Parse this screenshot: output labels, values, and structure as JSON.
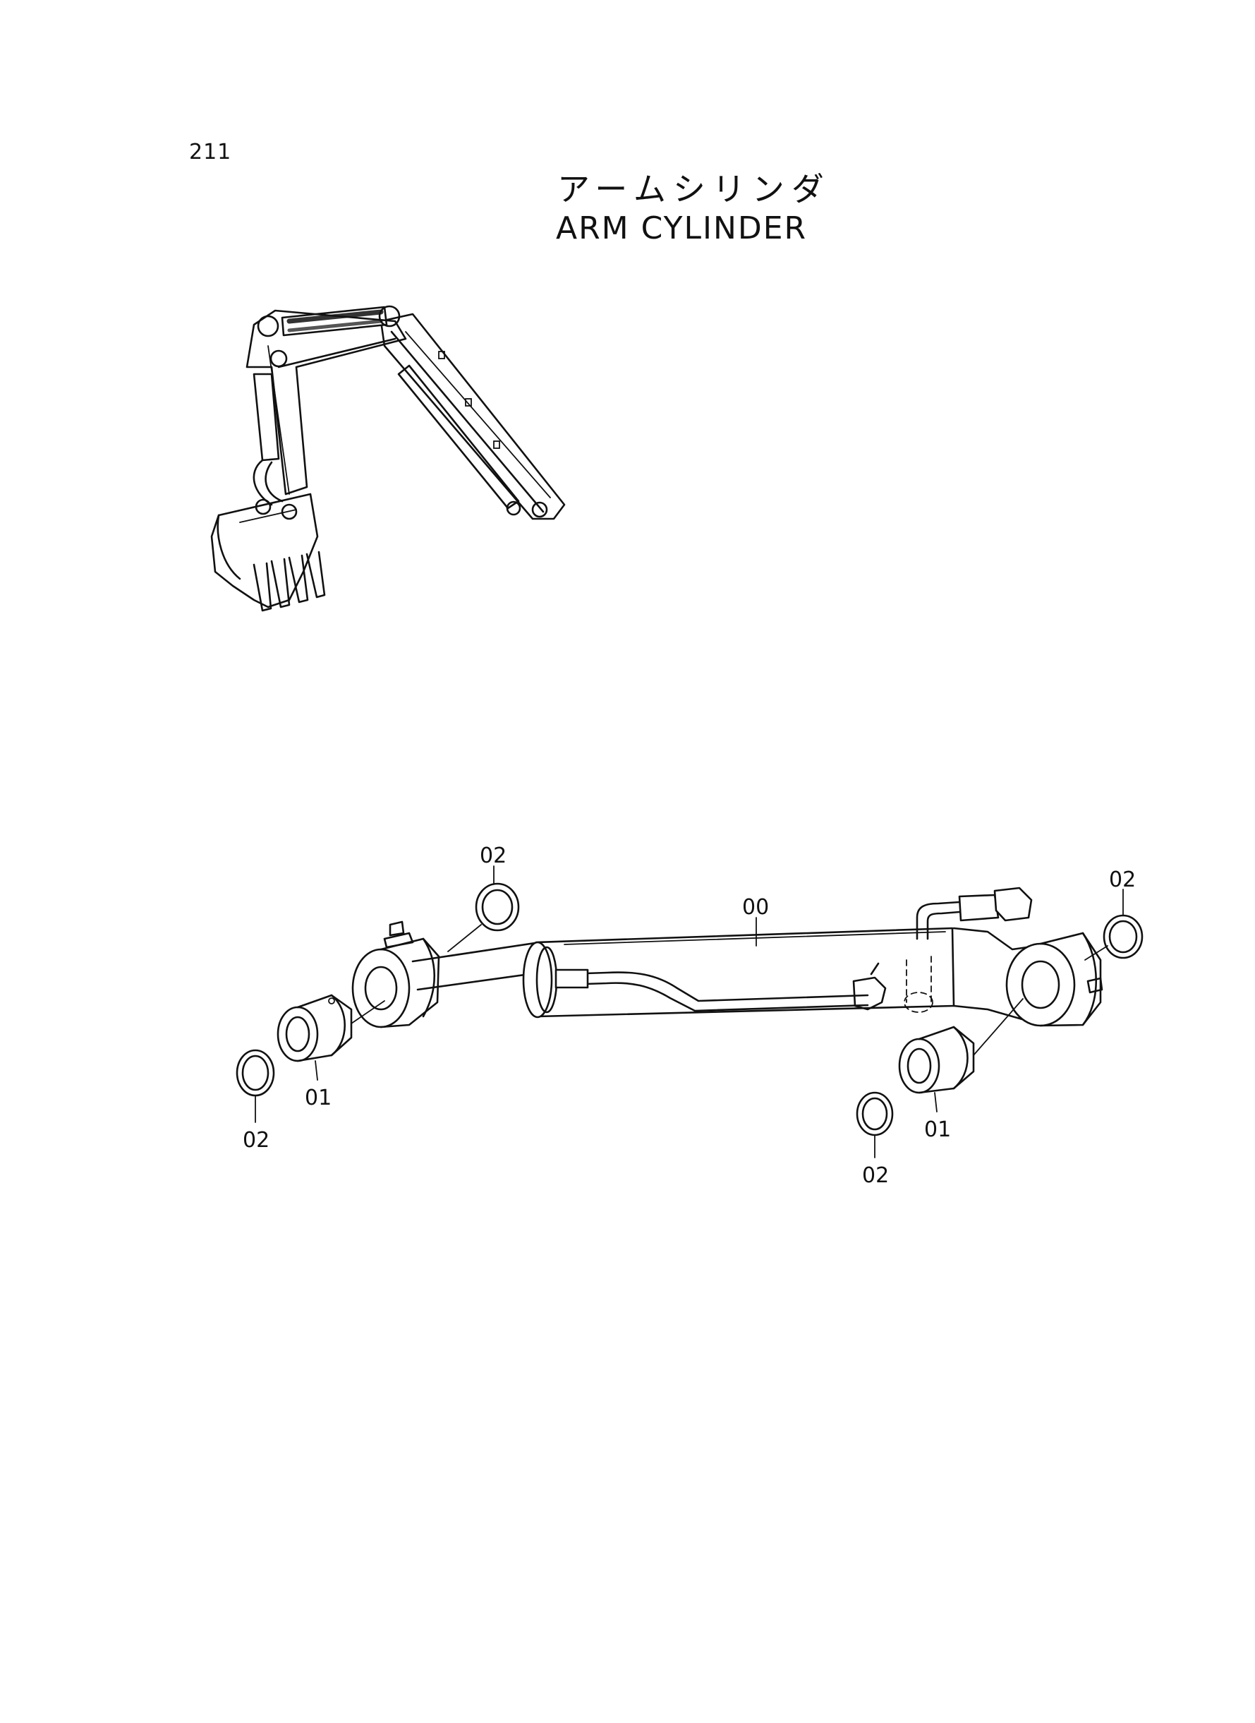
{
  "page": {
    "number": "211"
  },
  "title": {
    "japanese": "アームシリンダ",
    "english": "ARM CYLINDER"
  },
  "callouts": {
    "cylinder": "00",
    "pin_bushing_left": "01",
    "pin_bushing_right": "01",
    "seal_top_left": "02",
    "seal_top_right": "02",
    "seal_bottom_left": "02",
    "seal_bottom_right": "02"
  }
}
